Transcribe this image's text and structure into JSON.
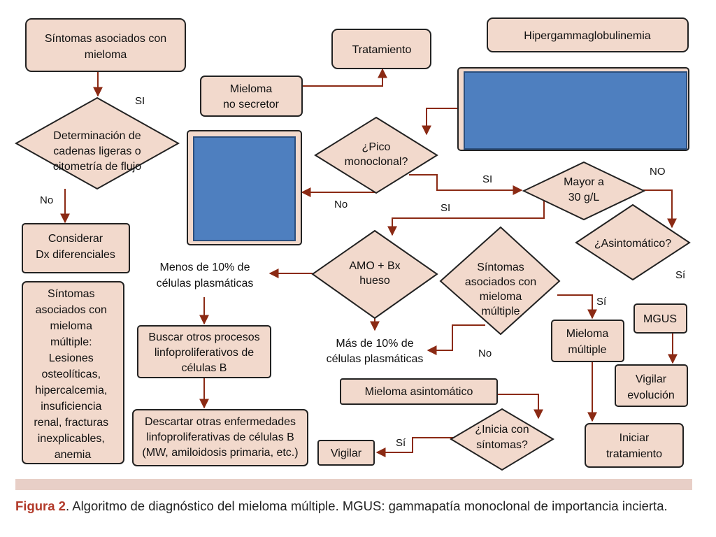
{
  "colors": {
    "box_fill": "#f2d9cc",
    "arrow": "#8b2a14",
    "placeholder_blue": "#4e7fbf",
    "caption_band": "#e8cfc7",
    "figure_label": "#b23a2a"
  },
  "nodes": {
    "sintomas_mieloma": [
      "Síntomas asociados con",
      "mieloma"
    ],
    "tratamiento": [
      "Tratamiento"
    ],
    "hipergamma": [
      "Hipergammaglobulinemia"
    ],
    "mieloma_no_secretor": [
      "Mieloma",
      "no secretor"
    ],
    "determinacion": [
      "Determinación de",
      "cadenas ligeras o",
      "citometría de flujo"
    ],
    "pico": [
      "¿Pico",
      "monoclonal?"
    ],
    "mayor30": [
      "Mayor a",
      "30 g/L"
    ],
    "asintomatico_q": [
      "¿Asintomático?"
    ],
    "considerar": [
      "Considerar",
      "Dx diferenciales"
    ],
    "menos10": [
      "Menos de 10% de",
      "células plasmáticas"
    ],
    "amo": [
      "AMO + Bx",
      "hueso"
    ],
    "sintomas_mm_q": [
      "Síntomas",
      "asociados con",
      "mieloma",
      "múltiple"
    ],
    "sintomas_list": [
      "Síntomas",
      "asociados con",
      "mieloma",
      "múltiple:",
      "Lesiones",
      "osteolíticas,",
      "hipercalcemia,",
      "insuficiencia",
      "renal, fracturas",
      "inexplicables,",
      "anemia"
    ],
    "buscar": [
      "Buscar otros procesos",
      "linfoproliferativos de",
      "células B"
    ],
    "mas10": [
      "Más de 10% de",
      "células plasmáticas"
    ],
    "mieloma_multiple": [
      "Mieloma",
      "múltiple"
    ],
    "mgus": [
      "MGUS"
    ],
    "vigilar_evolucion": [
      "Vigilar",
      "evolución"
    ],
    "mieloma_asintomatico": [
      "Mieloma asintomático"
    ],
    "inicia": [
      "¿Inicia con",
      "síntomas?"
    ],
    "vigilar": [
      "Vigilar"
    ],
    "descartar": [
      "Descartar otras enfermedades",
      "linfoproliferativas de células B",
      "(MW, amiloidosis primaria, etc.)"
    ],
    "iniciar_tratamiento": [
      "Iniciar",
      "tratamiento"
    ]
  },
  "edge_labels": {
    "si_1": "SI",
    "no_1": "No",
    "no_pico": "No",
    "si_pico": "SI",
    "no_mayor": "NO",
    "si_mayor": "SI",
    "si_asint": "Sí",
    "si_mm": "Sí",
    "no_mm": "No",
    "si_inicia": "Sí"
  },
  "caption": {
    "label": "Figura 2",
    "text": ". Algoritmo de diagnóstico del mieloma múltiple. MGUS: gammapatía monoclonal de importancia incierta."
  }
}
